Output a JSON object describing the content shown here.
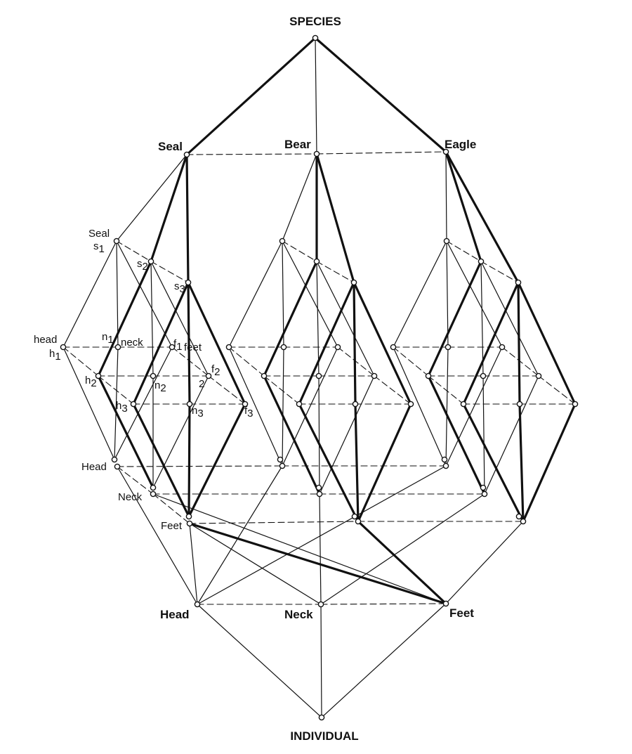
{
  "labels": {
    "species": "SPECIES",
    "individual": "INDIVIDUAL",
    "seal_top": "Seal",
    "bear_top": "Bear",
    "eagle_top": "Eagle",
    "seal_small": "Seal",
    "head_small": "head",
    "neck_small": "neck",
    "feet_small": "feet",
    "head_mid": "Head",
    "neck_mid": "Neck",
    "feet_mid": "Feet",
    "head_bottom": "Head",
    "neck_bottom": "Neck",
    "feet_bottom": "Feet",
    "two": "2"
  },
  "subscripted": {
    "s1": {
      "base": "s",
      "sub": "1"
    },
    "s2": {
      "base": "s",
      "sub": "2"
    },
    "s3": {
      "base": "s",
      "sub": "3"
    },
    "h1": {
      "base": "h",
      "sub": "1"
    },
    "h2": {
      "base": "h",
      "sub": "2"
    },
    "h3": {
      "base": "h",
      "sub": "3"
    },
    "n1": {
      "base": "n",
      "sub": "1"
    },
    "n2": {
      "base": "n",
      "sub": "2"
    },
    "n3": {
      "base": "n",
      "sub": "3"
    },
    "f1": {
      "base": "f",
      "sub": "1"
    },
    "f2": {
      "base": "f",
      "sub": "2"
    },
    "f3": {
      "base": "f",
      "sub": "3"
    }
  },
  "colors": {
    "ink": "#111111",
    "background": "#ffffff"
  }
}
